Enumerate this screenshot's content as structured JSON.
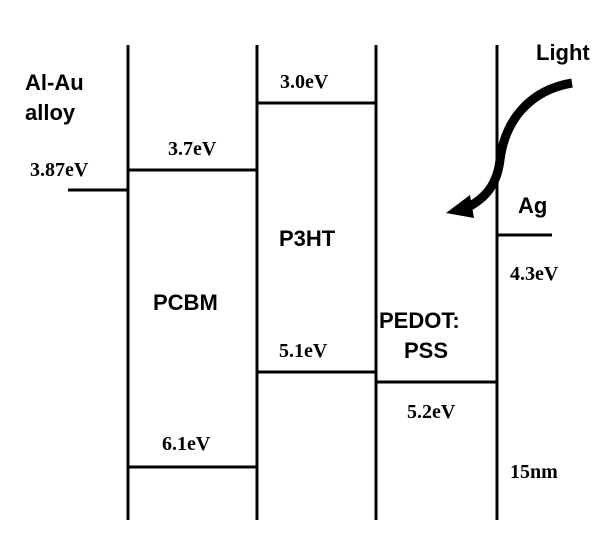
{
  "labels": {
    "al_au_1": "Al-Au",
    "al_au_2": "alloy",
    "al_au_energy": "3.87eV",
    "pcbm": "PCBM",
    "pcbm_lumo": "3.7eV",
    "pcbm_homo": "6.1eV",
    "p3ht": "P3HT",
    "p3ht_lumo": "3.0eV",
    "p3ht_homo": "5.1eV",
    "pedot_1": "PEDOT:",
    "pedot_2": "PSS",
    "pedot_energy": "5.2eV",
    "ag": "Ag",
    "ag_energy": "4.3eV",
    "thickness": "15nm",
    "light": "Light"
  }
}
